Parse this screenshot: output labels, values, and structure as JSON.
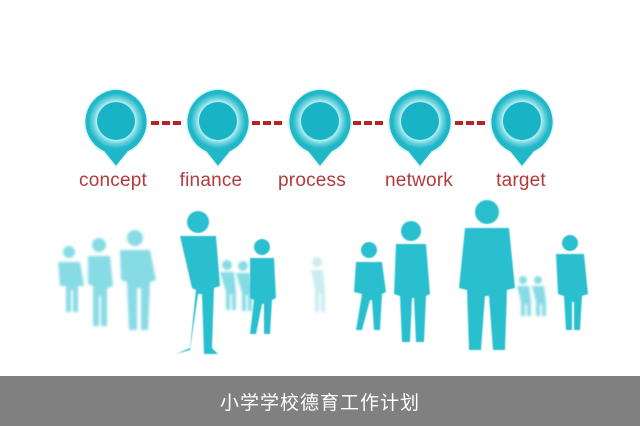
{
  "diagram": {
    "steps": [
      {
        "label": "concept"
      },
      {
        "label": "finance"
      },
      {
        "label": "process"
      },
      {
        "label": "network"
      },
      {
        "label": "target"
      }
    ],
    "colors": {
      "pin_outer": "#2bbccc",
      "pin_inner": "#19b3c6",
      "connector": "#b52424",
      "label": "#b23a3a",
      "silhouette": "#2cbfcf"
    },
    "icons": [
      "map-pin-icon",
      "people-silhouette-icon"
    ]
  },
  "caption": {
    "text": "小学学校德育工作计划"
  }
}
